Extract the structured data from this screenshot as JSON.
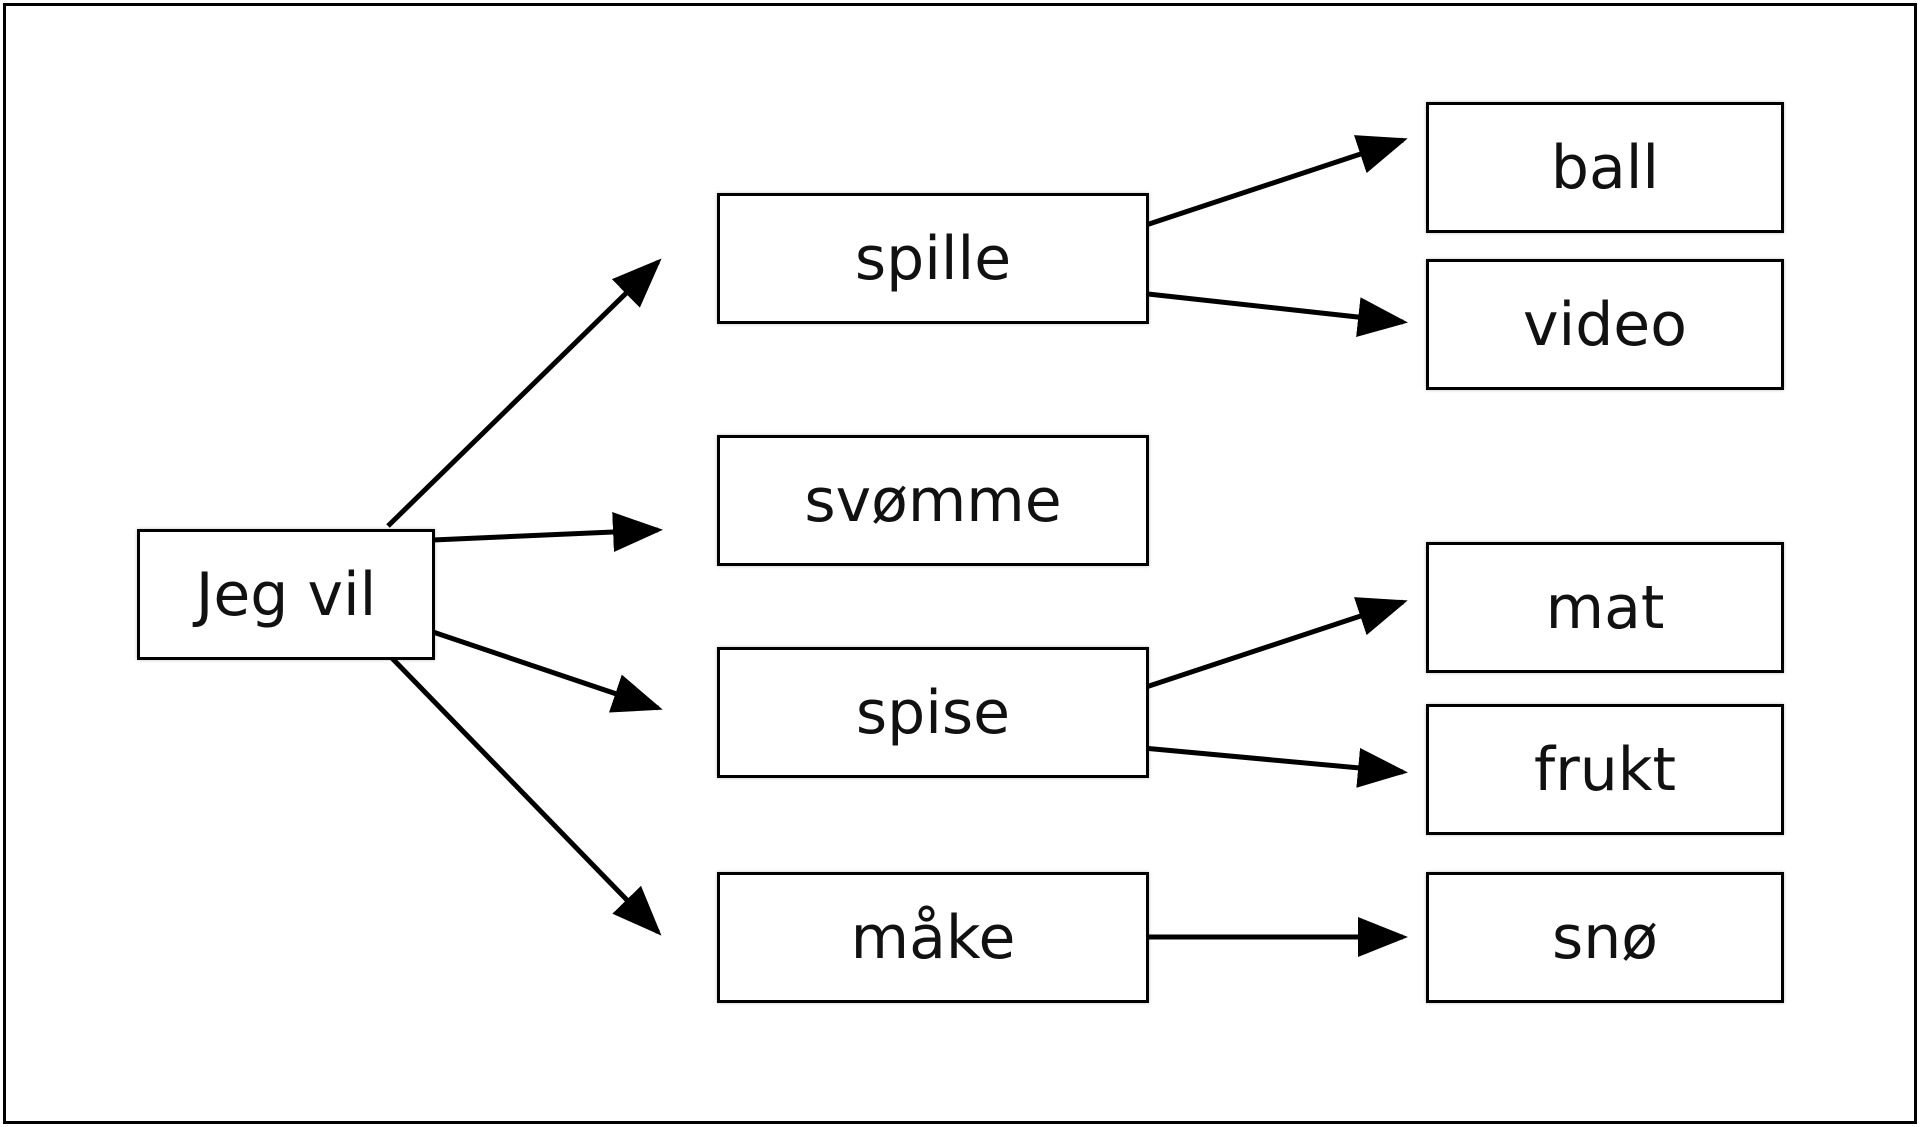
{
  "diagram": {
    "root": {
      "id": "root",
      "label": "Jeg vil"
    },
    "level1": [
      {
        "id": "spille",
        "label": "spille"
      },
      {
        "id": "svomme",
        "label": "svømme"
      },
      {
        "id": "spise",
        "label": "spise"
      },
      {
        "id": "make",
        "label": "måke"
      }
    ],
    "level2": [
      {
        "id": "ball",
        "label": "ball",
        "parent": "spille"
      },
      {
        "id": "video",
        "label": "video",
        "parent": "spille"
      },
      {
        "id": "mat",
        "label": "mat",
        "parent": "spise"
      },
      {
        "id": "frukt",
        "label": "frukt",
        "parent": "spise"
      },
      {
        "id": "sno",
        "label": "snø",
        "parent": "make"
      }
    ],
    "edges": [
      {
        "from": "root",
        "to": "spille"
      },
      {
        "from": "root",
        "to": "svomme"
      },
      {
        "from": "root",
        "to": "spise"
      },
      {
        "from": "root",
        "to": "make"
      },
      {
        "from": "spille",
        "to": "ball"
      },
      {
        "from": "spille",
        "to": "video"
      },
      {
        "from": "spise",
        "to": "mat"
      },
      {
        "from": "spise",
        "to": "frukt"
      },
      {
        "from": "make",
        "to": "sno"
      }
    ],
    "colors": {
      "stroke": "#000000",
      "text": "#111111",
      "background": "#ffffff"
    }
  }
}
